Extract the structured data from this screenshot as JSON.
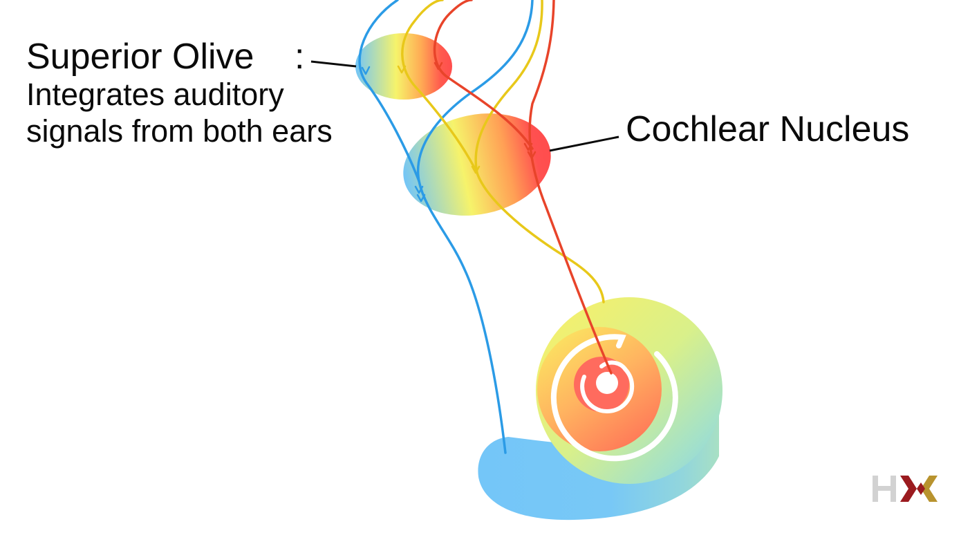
{
  "labels": {
    "superior_olive_title": "Superior Olive",
    "superior_olive_colon": ":",
    "superior_olive_description": "Integrates auditory signals from both ears",
    "cochlear_nucleus_title": "Cochlear Nucleus"
  },
  "logo": {
    "text": "HX",
    "colors": {
      "h": "#d2d2d2",
      "x_left": "#9b1b1f",
      "x_right": "#b8932e"
    }
  },
  "colors": {
    "low_frequency": "#2b9be6",
    "mid_frequency": "#e8c81a",
    "high_frequency": "#e8442a",
    "fill_blue": "#74c6f8",
    "fill_yellow": "#f8f26a",
    "fill_red": "#ff5252"
  }
}
